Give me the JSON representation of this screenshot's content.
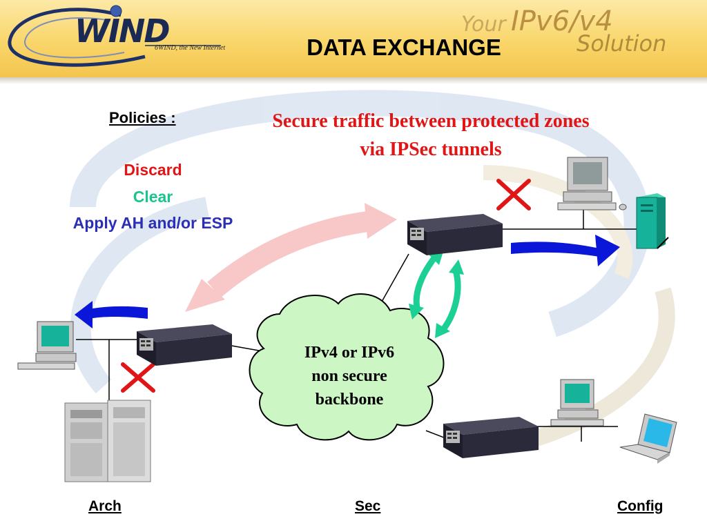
{
  "header": {
    "title": "DATA EXCHANGE",
    "logo_text": "WIND",
    "logo_tagline": "6WIND, the New Internet",
    "brand_your": "Your",
    "brand_ipv": "IPv6/v4",
    "brand_solution": "Solution"
  },
  "policies": {
    "heading": "Policies :",
    "items": [
      {
        "label": "Discard",
        "color": "#e01515"
      },
      {
        "label": "Clear",
        "color": "#19c48f"
      },
      {
        "label": "Apply AH and/or ESP",
        "color": "#2a2fb5"
      }
    ]
  },
  "subtitle": {
    "line1": "Secure traffic between protected zones",
    "line2": "via IPSec tunnels"
  },
  "backbone": {
    "line1": "IPv4 or IPv6",
    "line2": "non secure",
    "line3": "backbone"
  },
  "nav": {
    "left": "Arch",
    "center": "Sec",
    "right": "Config"
  },
  "colors": {
    "header_bg": "#f9d66a",
    "discard_red": "#e01515",
    "clear_green": "#19c48f",
    "esp_blue": "#2a2fb5",
    "flow_arrow": "#0a16d8",
    "tunnel_arrow": "#1ccf95",
    "cloud_fill": "#ccf7c4",
    "router_body": "#2a2a3a"
  }
}
